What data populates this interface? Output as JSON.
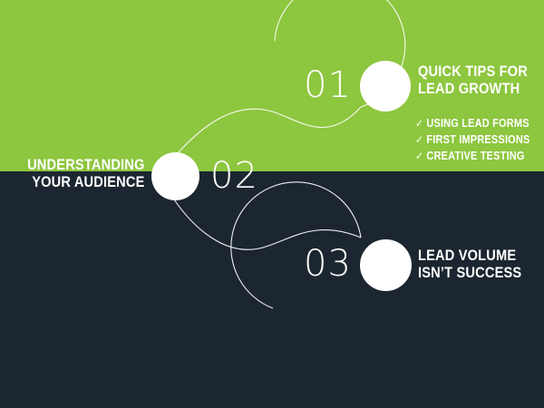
{
  "colors": {
    "green": "#8dc63f",
    "dark": "#1c2630",
    "white": "#ffffff"
  },
  "steps": [
    {
      "number": "01",
      "heading_line1": "QUICK TIPS FOR",
      "heading_line2": "LEAD GROWTH",
      "bullets": [
        {
          "icon": "check-icon",
          "glyph": "✓",
          "label": "USING LEAD FORMS"
        },
        {
          "icon": "check-icon",
          "glyph": "✓",
          "label": "FIRST IMPRESSIONS"
        },
        {
          "icon": "check-icon",
          "glyph": "✓",
          "label": "CREATIVE TESTING"
        }
      ]
    },
    {
      "number": "02",
      "heading_line1": "UNDERSTANDING",
      "heading_line2": "YOUR AUDIENCE"
    },
    {
      "number": "03",
      "heading_line1": "LEAD VOLUME",
      "heading_line2": "ISN’T SUCCESS"
    }
  ]
}
